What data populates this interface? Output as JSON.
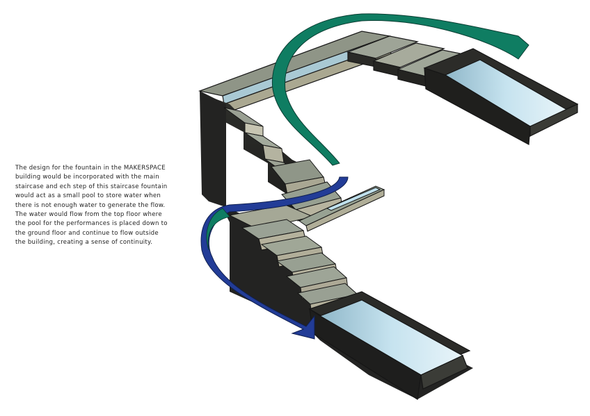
{
  "description_lines": [
    "The design for the fountain in the MAKERSPACE",
    "building would be incorporated with the main",
    "staircase and ech step of this staircase fountain",
    "would act as a small pool to store water when",
    "there is not enough water to generate the flow.",
    "The water would flow from the top floor where",
    "the pool for the performances is placed down to",
    "the ground floor and continue to flow outside",
    "the building, creating a sense of continuity."
  ],
  "colors": {
    "background": "#ffffff",
    "wall_dark": "#242424",
    "tread": "#aba998",
    "riser": "#868a7d",
    "water": "#b6dbeb",
    "ribbon_teal": "#0e7d63",
    "ribbon_blue": "#233e9a",
    "text": "#222222"
  },
  "icons": [
    "flow-arrow-teal-icon",
    "flow-arrow-blue-icon"
  ]
}
